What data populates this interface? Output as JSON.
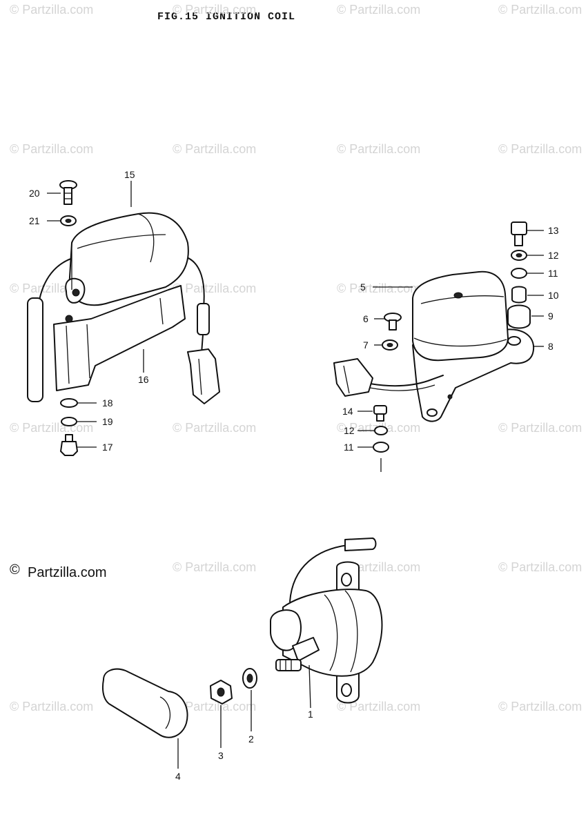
{
  "title": {
    "fig": "FIG.15",
    "name": "IGNITION COIL"
  },
  "watermark": {
    "text": "© Partzilla.com",
    "copyright": "©",
    "brand": "Partzilla.com"
  },
  "callouts": {
    "p1": "1",
    "p2": "2",
    "p3": "3",
    "p4": "4",
    "p5": "5",
    "p6": "6",
    "p7": "7",
    "p8": "8",
    "p9": "9",
    "p10": "10",
    "p11a": "11",
    "p11b": "11",
    "p12a": "12",
    "p12b": "12",
    "p13": "13",
    "p14": "14",
    "p15": "15",
    "p16": "16",
    "p17": "17",
    "p18": "18",
    "p19": "19",
    "p20": "20",
    "p21": "21"
  }
}
